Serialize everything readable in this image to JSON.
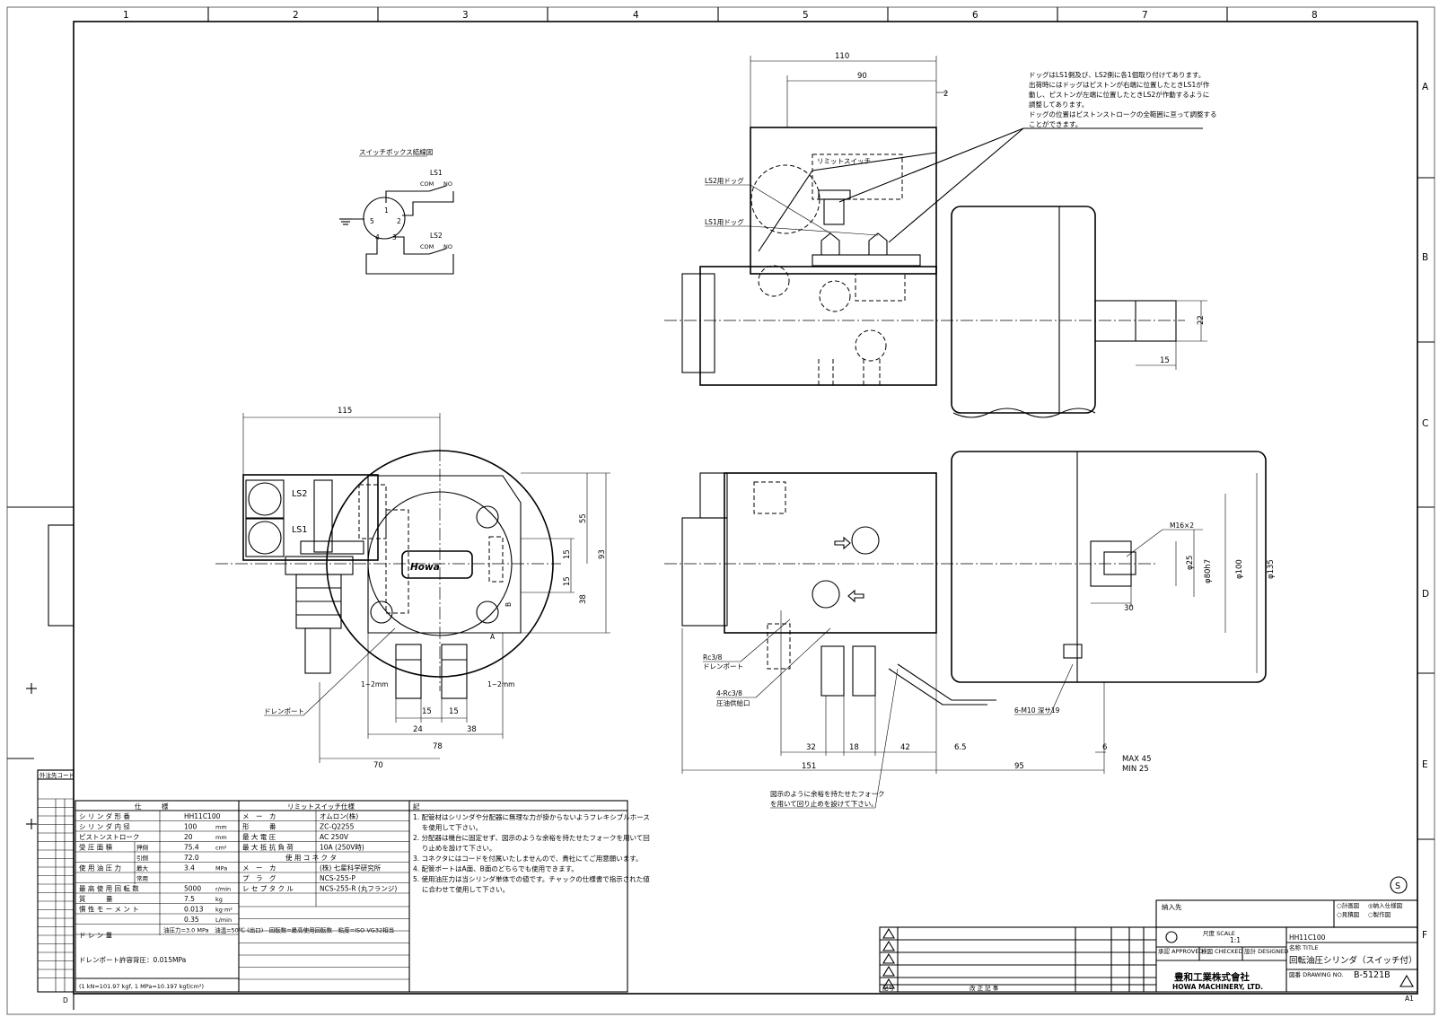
{
  "grid": {
    "columns": [
      "1",
      "2",
      "3",
      "4",
      "5",
      "6",
      "7",
      "8"
    ],
    "rows": [
      "A",
      "B",
      "C",
      "D",
      "E",
      "F"
    ]
  },
  "switch_box": {
    "title": "スイッチボックス結線図",
    "ls1": "LS1",
    "ls2": "LS2",
    "com": "COM",
    "no": "NO",
    "pins": [
      "1",
      "2",
      "3",
      "4",
      "5"
    ]
  },
  "side_view": {
    "note_lines": [
      "ドッグはLS1側及び、LS2側に各1個取り付けてあります。",
      "出荷時にはドッグはピストンが右端に位置したときLS1が作",
      "動し、ピストンが左端に位置したときLS2が作動するように",
      "調整してあります。",
      "ドッグの位置はピストンストロークの全範囲に亘って調整する",
      "ことができます。"
    ],
    "limit_switch": "リミットスイッチ",
    "ls2_dog": "LS2用ドッグ",
    "ls1_dog": "LS1用ドッグ",
    "dims": {
      "d110": "110",
      "d90": "90",
      "d2": "2",
      "d22": "22",
      "d15": "15"
    }
  },
  "front_view": {
    "ls2": "LS2",
    "ls1": "LS1",
    "logo": "Howa",
    "drain_port": "ドレンポート",
    "gap_left": "1~2mm",
    "gap_right": "1~2mm",
    "label_a": "A",
    "label_b": "B",
    "dims": {
      "d115": "115",
      "d55": "55",
      "d93": "93",
      "d15a": "15",
      "d15b": "15",
      "d38": "38",
      "d15c": "15",
      "d15d": "15",
      "d24": "24",
      "d38b": "38",
      "d78": "78",
      "d70": "70"
    }
  },
  "bottom_view": {
    "rc_label": "Rc3/8",
    "drain_port": "ドレンポート",
    "rc4_label": "4-Rc3/8",
    "supply_port": "圧油供給口",
    "m16": "M16×2",
    "m10": "6-M10 深サ19",
    "fork_note": [
      "図示のように余裕を持たせたフォーク",
      "を用いて回り止めを設けて下さい。"
    ],
    "dims": {
      "d25": "φ25",
      "d80": "φ80h7",
      "d100": "φ100",
      "d135": "φ135",
      "d30": "30",
      "d32": "32",
      "d18": "18",
      "d42": "42",
      "d65": "6.5",
      "d6": "6",
      "d151": "151",
      "d95": "95",
      "max": "MAX 45",
      "min": "MIN 25"
    }
  },
  "spec_table": {
    "header_spec": "仕　　　様",
    "header_ls": "リミットスイッチ仕様",
    "header_note": "記",
    "rows": [
      {
        "label": "シ リ ン ダ 形 番",
        "sub": "",
        "value": "HH11C100",
        "unit": ""
      },
      {
        "label": "シ リ ン ダ 内 径",
        "sub": "",
        "value": "100",
        "unit": "mm"
      },
      {
        "label": "ピストンストローク",
        "sub": "",
        "value": "20",
        "unit": "mm"
      },
      {
        "label": "受 圧 面 積",
        "sub": "押側",
        "value": "75.4",
        "unit": "cm²"
      },
      {
        "label": "",
        "sub": "引側",
        "value": "72.0",
        "unit": ""
      },
      {
        "label": "使 用 油 圧 力",
        "sub": "最大",
        "value": "3.4",
        "unit": "MPa"
      },
      {
        "label": "",
        "sub": "常用",
        "value": "",
        "unit": ""
      },
      {
        "label": "最 高 使 用 回 転 数",
        "sub": "",
        "value": "5000",
        "unit": "r/min"
      },
      {
        "label": "質　　　量",
        "sub": "",
        "value": "7.5",
        "unit": "kg"
      },
      {
        "label": "慣 性 モ ー メ ン ト",
        "sub": "",
        "value": "0.013",
        "unit": "kg·m²"
      },
      {
        "label": "",
        "sub": "",
        "value": "0.35",
        "unit": "L/min"
      },
      {
        "label": "ド レ ン 量",
        "sub": "",
        "value": "油圧力=3.0 MPa　油温=50℃ (出口)　回転数=最高使用回転数　粘度=ISO VG32相当",
        "unit": ""
      }
    ],
    "drain_pressure": "ドレンポート許容背圧：0.015MPa",
    "units_note": "(1 kN=101.97 kgf, 1 MPa=10.197 kgf/cm²)",
    "ls_rows": [
      {
        "label": "メ　ー　カ",
        "value": "オムロン(株)"
      },
      {
        "label": "形　　　番",
        "value": "ZC-Q2255"
      },
      {
        "label": "最 大 電 圧",
        "value": "AC 250V"
      },
      {
        "label": "最 大 抵 抗 負 荷",
        "value": "10A (250V時)"
      }
    ],
    "connector_title": "使 用 コ ネ ク タ",
    "connector_rows": [
      {
        "label": "メ　ー　カ",
        "value": "(株) 七星科学研究所"
      },
      {
        "label": "プ　ラ　グ",
        "value": "NCS-255-P"
      },
      {
        "label": "レ セ プ タ ク ル",
        "value": "NCS-255-R (丸フランジ)"
      }
    ],
    "notes": [
      "1. 配管材はシリンダや分配器に無理な力が掛からないようフレキシブルホース",
      "　 を使用して下さい。",
      "2. 分配器は機台に固定せず、図示のような余裕を持たせたフォークを用いて回",
      "　 り止めを設けて下さい。",
      "3. コネクタにはコードを付属いたしませんので、貴社にてご用意願います。",
      "4. 配管ポートはA面、B面のどちらでも使用できます。",
      "5. 使用油圧力は当シリンダ単体での値です。チャックの仕様書で指示された値",
      "　 に合わせて使用して下さい。"
    ]
  },
  "title_block": {
    "destination": "納入先",
    "opt1": "○計画図",
    "opt2": "◎納入仕様図",
    "opt3": "○見積図",
    "opt4": "○製作図",
    "scale_label": "尺度 SCALE",
    "scale": "1:1",
    "model": "HH11C100",
    "title": "回転油圧シリンダ（スイッチ付）",
    "drawing_no_label": "図番 DRAWING NO.",
    "drawing_no": "B-5121B",
    "company_jp": "豊和工業株式會社",
    "company_en": "HOWA MACHINERY, LTD.",
    "sheet": "A1",
    "mark_s": "S",
    "approved": "承認 APPROVED",
    "checked": "検図 CHECKED",
    "designed": "設計 DESIGNED",
    "name_title": "名称 TITLE",
    "rev_symbol": "記号",
    "rev_history": "改 正 記 事",
    "mfr_code": "外注先コード",
    "bottom_d": "D"
  }
}
